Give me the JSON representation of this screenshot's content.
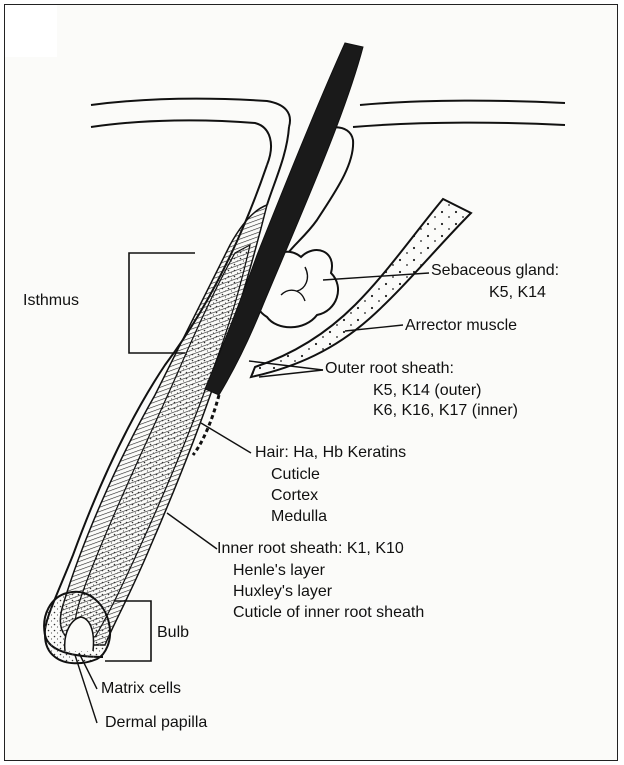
{
  "labels": {
    "isthmus": "Isthmus",
    "sebaceous_title": "Sebaceous gland:",
    "sebaceous_keratins": "K5, K14",
    "arrector": "Arrector muscle",
    "outer_title": "Outer root sheath:",
    "outer_line1": "K5, K14 (outer)",
    "outer_line2": "K6, K16, K17 (inner)",
    "hair_title": "Hair: Ha, Hb Keratins",
    "hair_parts": [
      "Cuticle",
      "Cortex",
      "Medulla"
    ],
    "inner_title": "Inner root sheath: K1, K10",
    "inner_parts": [
      "Henle's layer",
      "Huxley's layer",
      "Cuticle of inner root sheath"
    ],
    "bulb": "Bulb",
    "matrix": "Matrix cells",
    "papilla": "Dermal papilla"
  },
  "colors": {
    "ink": "#111111",
    "hair_shaft": "#1a1a1a",
    "paper": "#fbfbf9"
  }
}
